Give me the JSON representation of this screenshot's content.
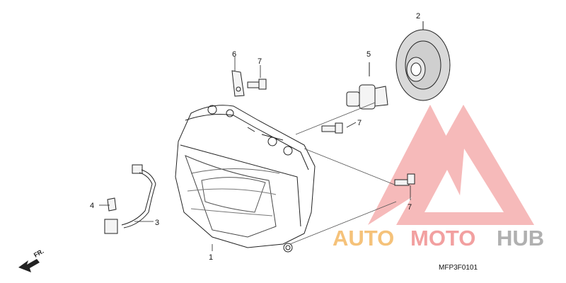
{
  "callouts": {
    "c1": "1",
    "c2": "2",
    "c3": "3",
    "c4": "4",
    "c5": "5",
    "c6": "6",
    "c7a": "7",
    "c7b": "7",
    "c7c": "7"
  },
  "front_arrow": "FR.",
  "diagram_code": "MFP3F0101",
  "watermark": {
    "part1": "AUTO",
    "part2": "MOTO",
    "part3": "HUB",
    "colors": {
      "logo": "#f28c8c",
      "auto": "#f5c27a",
      "moto": "#f2a0a0",
      "hub": "#b0b0b0"
    }
  }
}
